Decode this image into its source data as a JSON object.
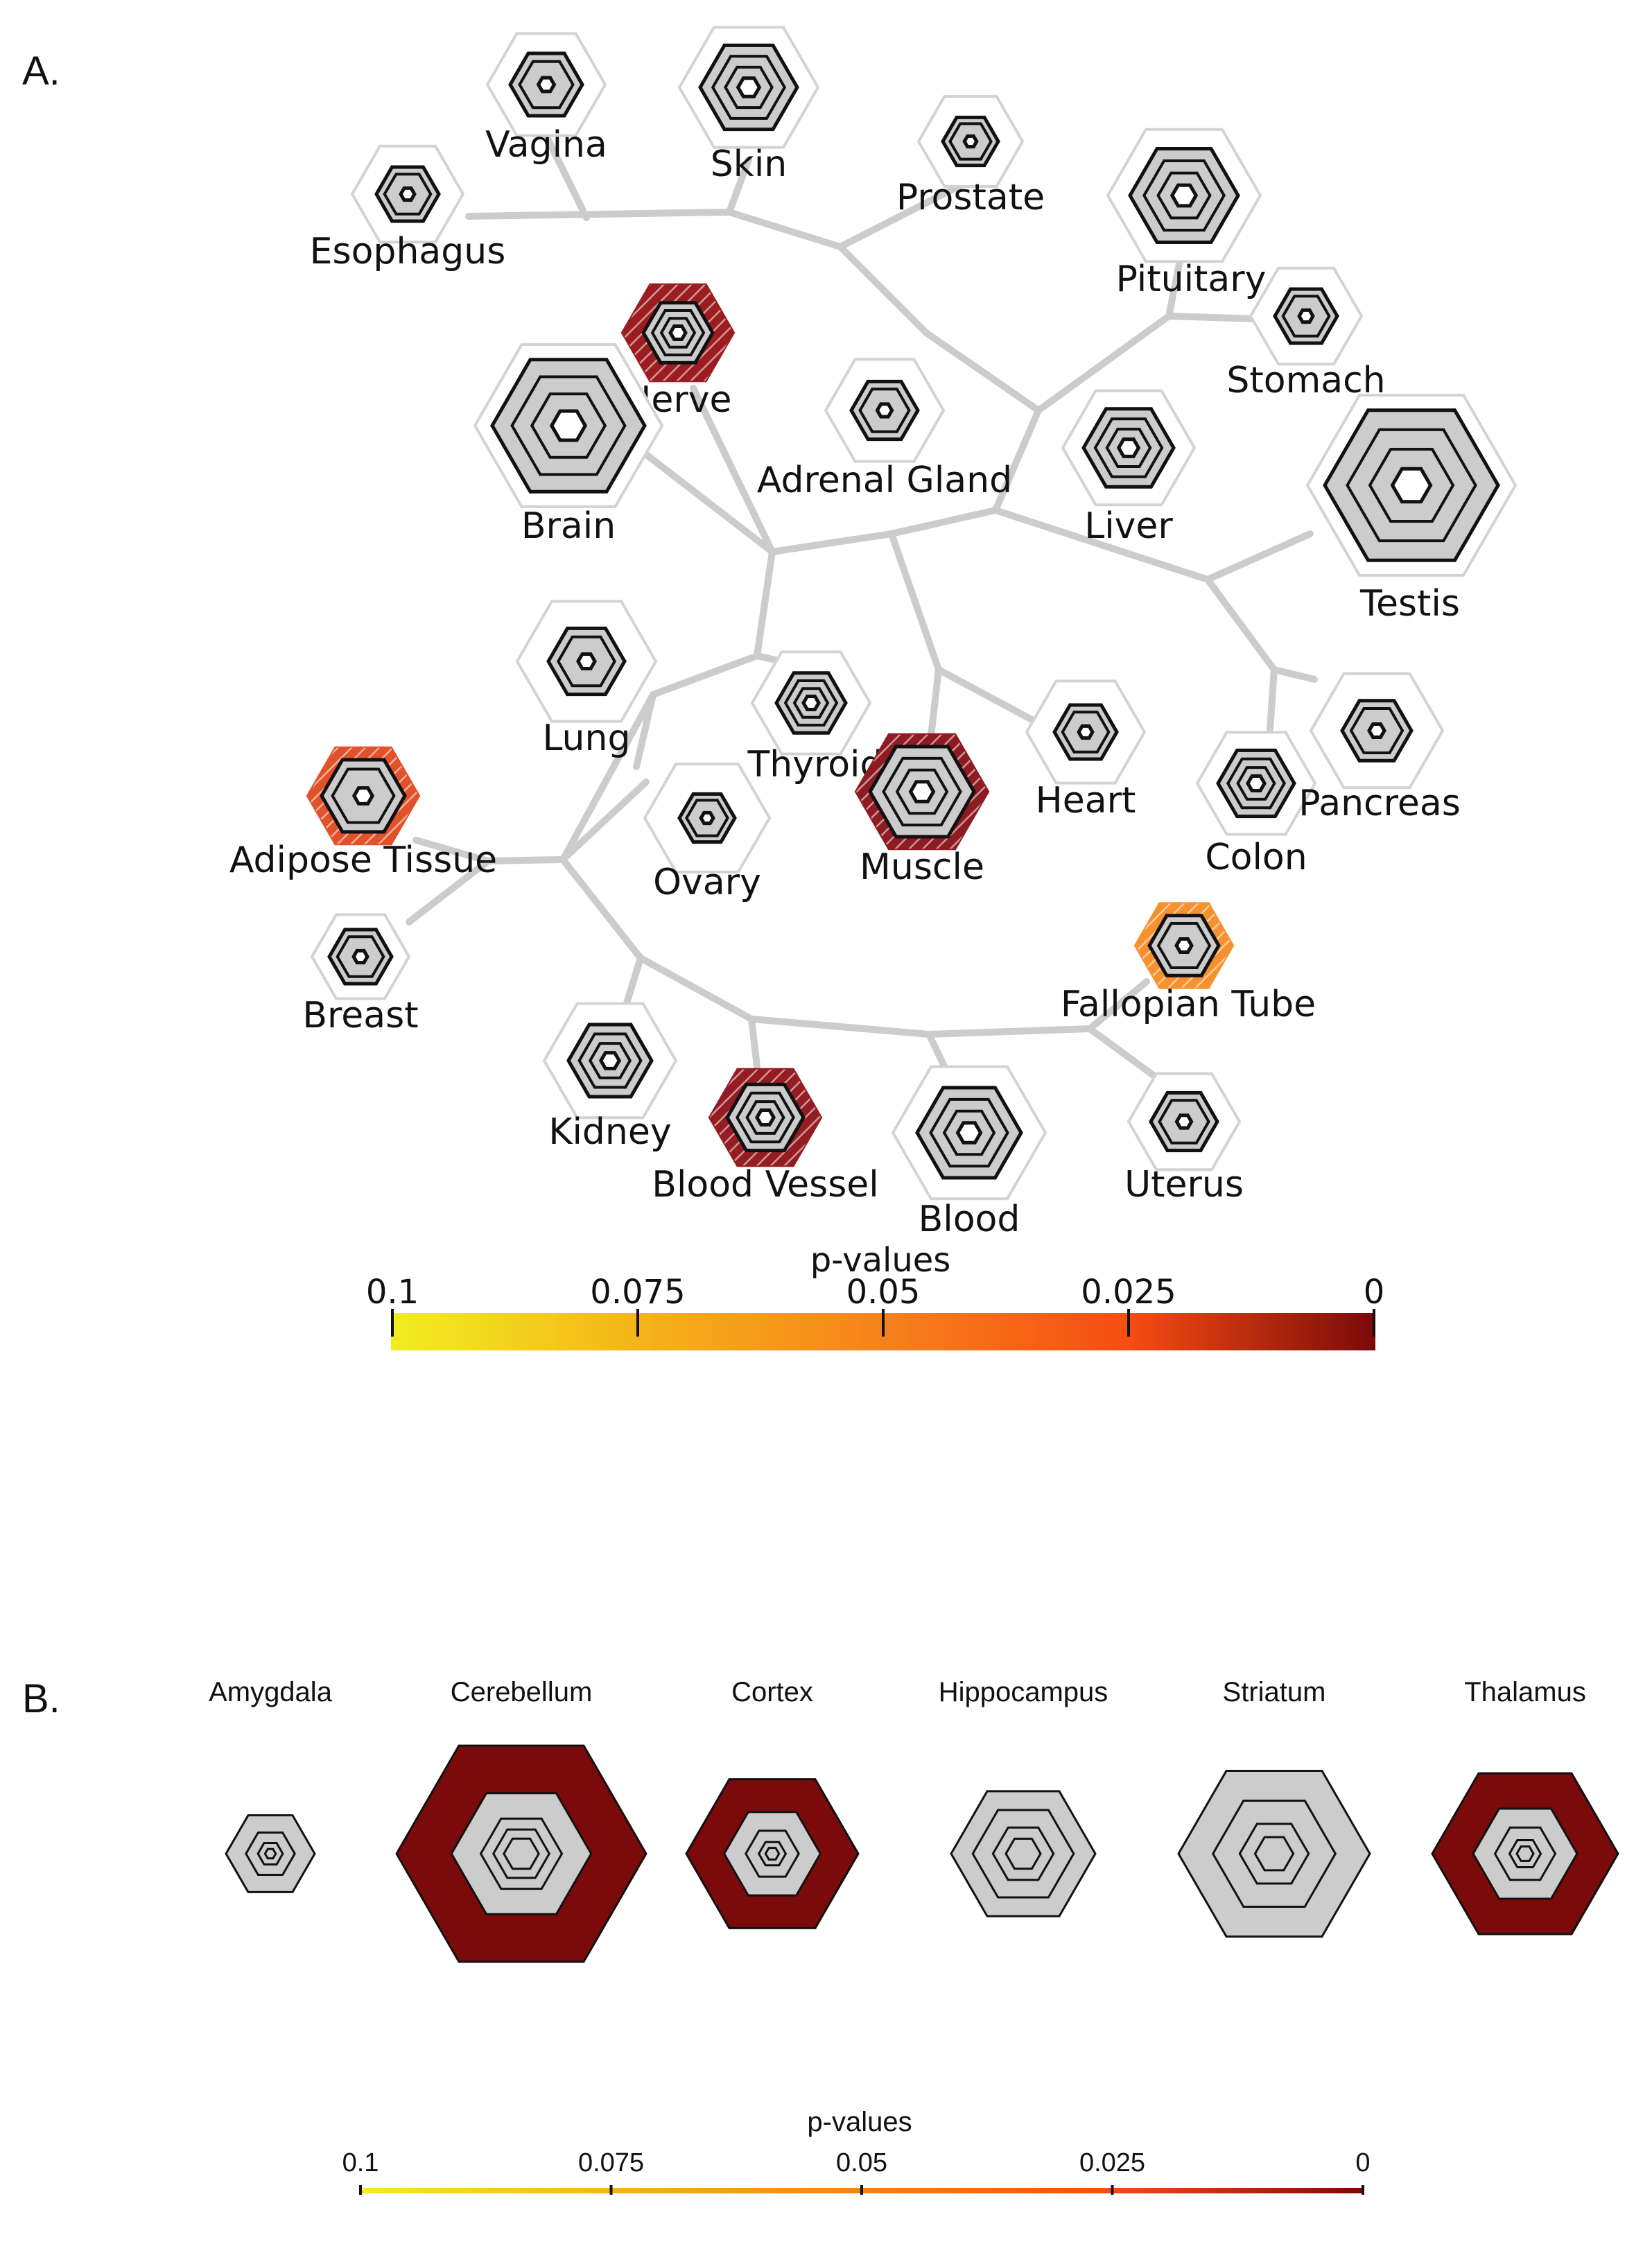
{
  "panels": [
    {
      "label": "A.",
      "tissues": [
        {
          "id": "vagina",
          "name": "Vagina",
          "color": null,
          "rings": 2
        },
        {
          "id": "skin",
          "name": "Skin",
          "color": null,
          "rings": 3
        },
        {
          "id": "esophagus",
          "name": "Esophagus",
          "color": null,
          "rings": 2
        },
        {
          "id": "prostate",
          "name": "Prostate",
          "color": null,
          "rings": 2
        },
        {
          "id": "pituitary",
          "name": "Pituitary",
          "color": null,
          "rings": 3
        },
        {
          "id": "stomach",
          "name": "Stomach",
          "color": null,
          "rings": 2
        },
        {
          "id": "nerve",
          "name": "Nerve",
          "color": "#9b1d20",
          "rings": 3
        },
        {
          "id": "brain",
          "name": "Brain",
          "color": null,
          "rings": 3
        },
        {
          "id": "adrenal",
          "name": "Adrenal Gland",
          "color": null,
          "rings": 2
        },
        {
          "id": "liver",
          "name": "Liver",
          "color": null,
          "rings": 3
        },
        {
          "id": "testis",
          "name": "Testis",
          "color": null,
          "rings": 3
        },
        {
          "id": "lung",
          "name": "Lung",
          "color": null,
          "rings": 2
        },
        {
          "id": "thyroid",
          "name": "Thyroid",
          "color": null,
          "rings": 3
        },
        {
          "id": "muscle",
          "name": "Muscle",
          "color": "#8e1b22",
          "rings": 3
        },
        {
          "id": "heart",
          "name": "Heart",
          "color": null,
          "rings": 2
        },
        {
          "id": "colon",
          "name": "Colon",
          "color": null,
          "rings": 3
        },
        {
          "id": "pancreas",
          "name": "Pancreas",
          "color": null,
          "rings": 2
        },
        {
          "id": "adipose",
          "name": "Adipose Tissue",
          "color": "#e2522a",
          "rings": 2
        },
        {
          "id": "ovary",
          "name": "Ovary",
          "color": null,
          "rings": 2
        },
        {
          "id": "breast",
          "name": "Breast",
          "color": null,
          "rings": 2
        },
        {
          "id": "fallopian",
          "name": "Fallopian Tube",
          "color": "#f5912f",
          "rings": 2
        },
        {
          "id": "kidney",
          "name": "Kidney",
          "color": null,
          "rings": 3
        },
        {
          "id": "bloodvessel",
          "name": "Blood Vessel",
          "color": "#941c22",
          "rings": 3
        },
        {
          "id": "blood",
          "name": "Blood",
          "color": null,
          "rings": 3
        },
        {
          "id": "uterus",
          "name": "Uterus",
          "color": null,
          "rings": 2
        }
      ],
      "colorbar": {
        "title": "p-values",
        "ticks": [
          "0.1",
          "0.075",
          "0.05",
          "0.025",
          "0"
        ],
        "range": [
          0.1,
          0
        ],
        "colors": [
          "#f1ee22",
          "#f5b419",
          "#f6821c",
          "#f54d12",
          "#7a0a0a"
        ]
      }
    },
    {
      "label": "B.",
      "regions": [
        {
          "id": "amygdala",
          "name": "Amygdala",
          "color": null
        },
        {
          "id": "cerebellum",
          "name": "Cerebellum",
          "color": "#7b0a0a"
        },
        {
          "id": "cortex",
          "name": "Cortex",
          "color": "#7b0a0a"
        },
        {
          "id": "hippocampus",
          "name": "Hippocampus",
          "color": null
        },
        {
          "id": "striatum",
          "name": "Striatum",
          "color": null
        },
        {
          "id": "thalamus",
          "name": "Thalamus",
          "color": "#7b0a0a"
        }
      ],
      "colorbar": {
        "title": "p-values",
        "ticks": [
          "0.1",
          "0.075",
          "0.05",
          "0.025",
          "0"
        ],
        "range": [
          0.1,
          0
        ],
        "colors": [
          "#f1ee22",
          "#f5b419",
          "#f6821c",
          "#f54d12",
          "#7a0a0a"
        ]
      }
    }
  ],
  "styles": {
    "edge_color": "#cccccc",
    "halo_stroke": "#d3d3d3",
    "hex_fill": "#cccccc",
    "hex_stroke": "#111111"
  }
}
